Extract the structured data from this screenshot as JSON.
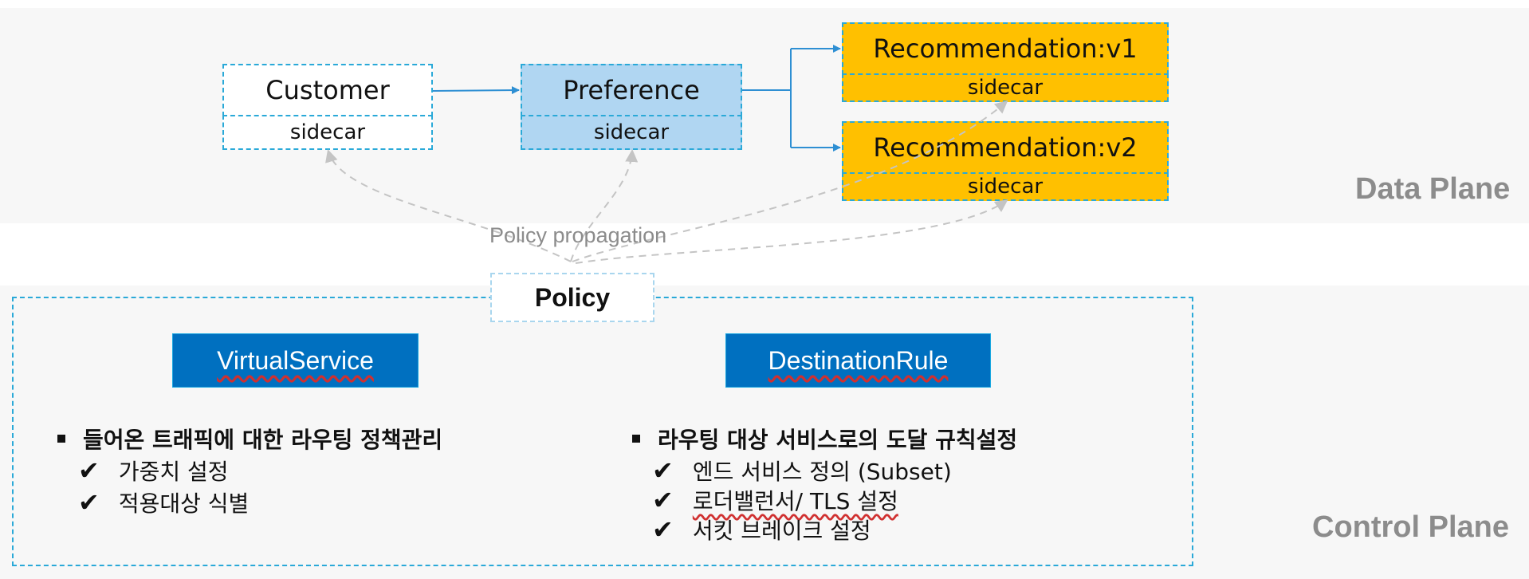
{
  "planes": {
    "data": "Data Plane",
    "control": "Control Plane"
  },
  "services": {
    "customer": {
      "name": "Customer",
      "sidecar": "sidecar"
    },
    "preference": {
      "name": "Preference",
      "sidecar": "sidecar"
    },
    "rec_v1": {
      "name": "Recommendation:v1",
      "sidecar": "sidecar"
    },
    "rec_v2": {
      "name": "Recommendation:v2",
      "sidecar": "sidecar"
    }
  },
  "propagation_label": "Policy propagation",
  "policy_label": "Policy",
  "virtual_service": {
    "title": "VirtualService",
    "heading": "들어온 트래픽에 대한 라우팅 정책관리",
    "items": [
      "가중치 설정",
      "적용대상 식별"
    ]
  },
  "destination_rule": {
    "title": "DestinationRule",
    "heading": "라우팅 대상 서비스로의 도달 규칙설정",
    "items": [
      "엔드 서비스 정의 (Subset)",
      "로더밸런서/ TLS 설정",
      "서킷 브레이크 설정"
    ]
  },
  "check_mark": "✔",
  "colors": {
    "accent_blue": "#2aa9d8",
    "button_blue": "#0070c0",
    "gold": "#ffc000",
    "light_blue": "#b0d6f2"
  }
}
